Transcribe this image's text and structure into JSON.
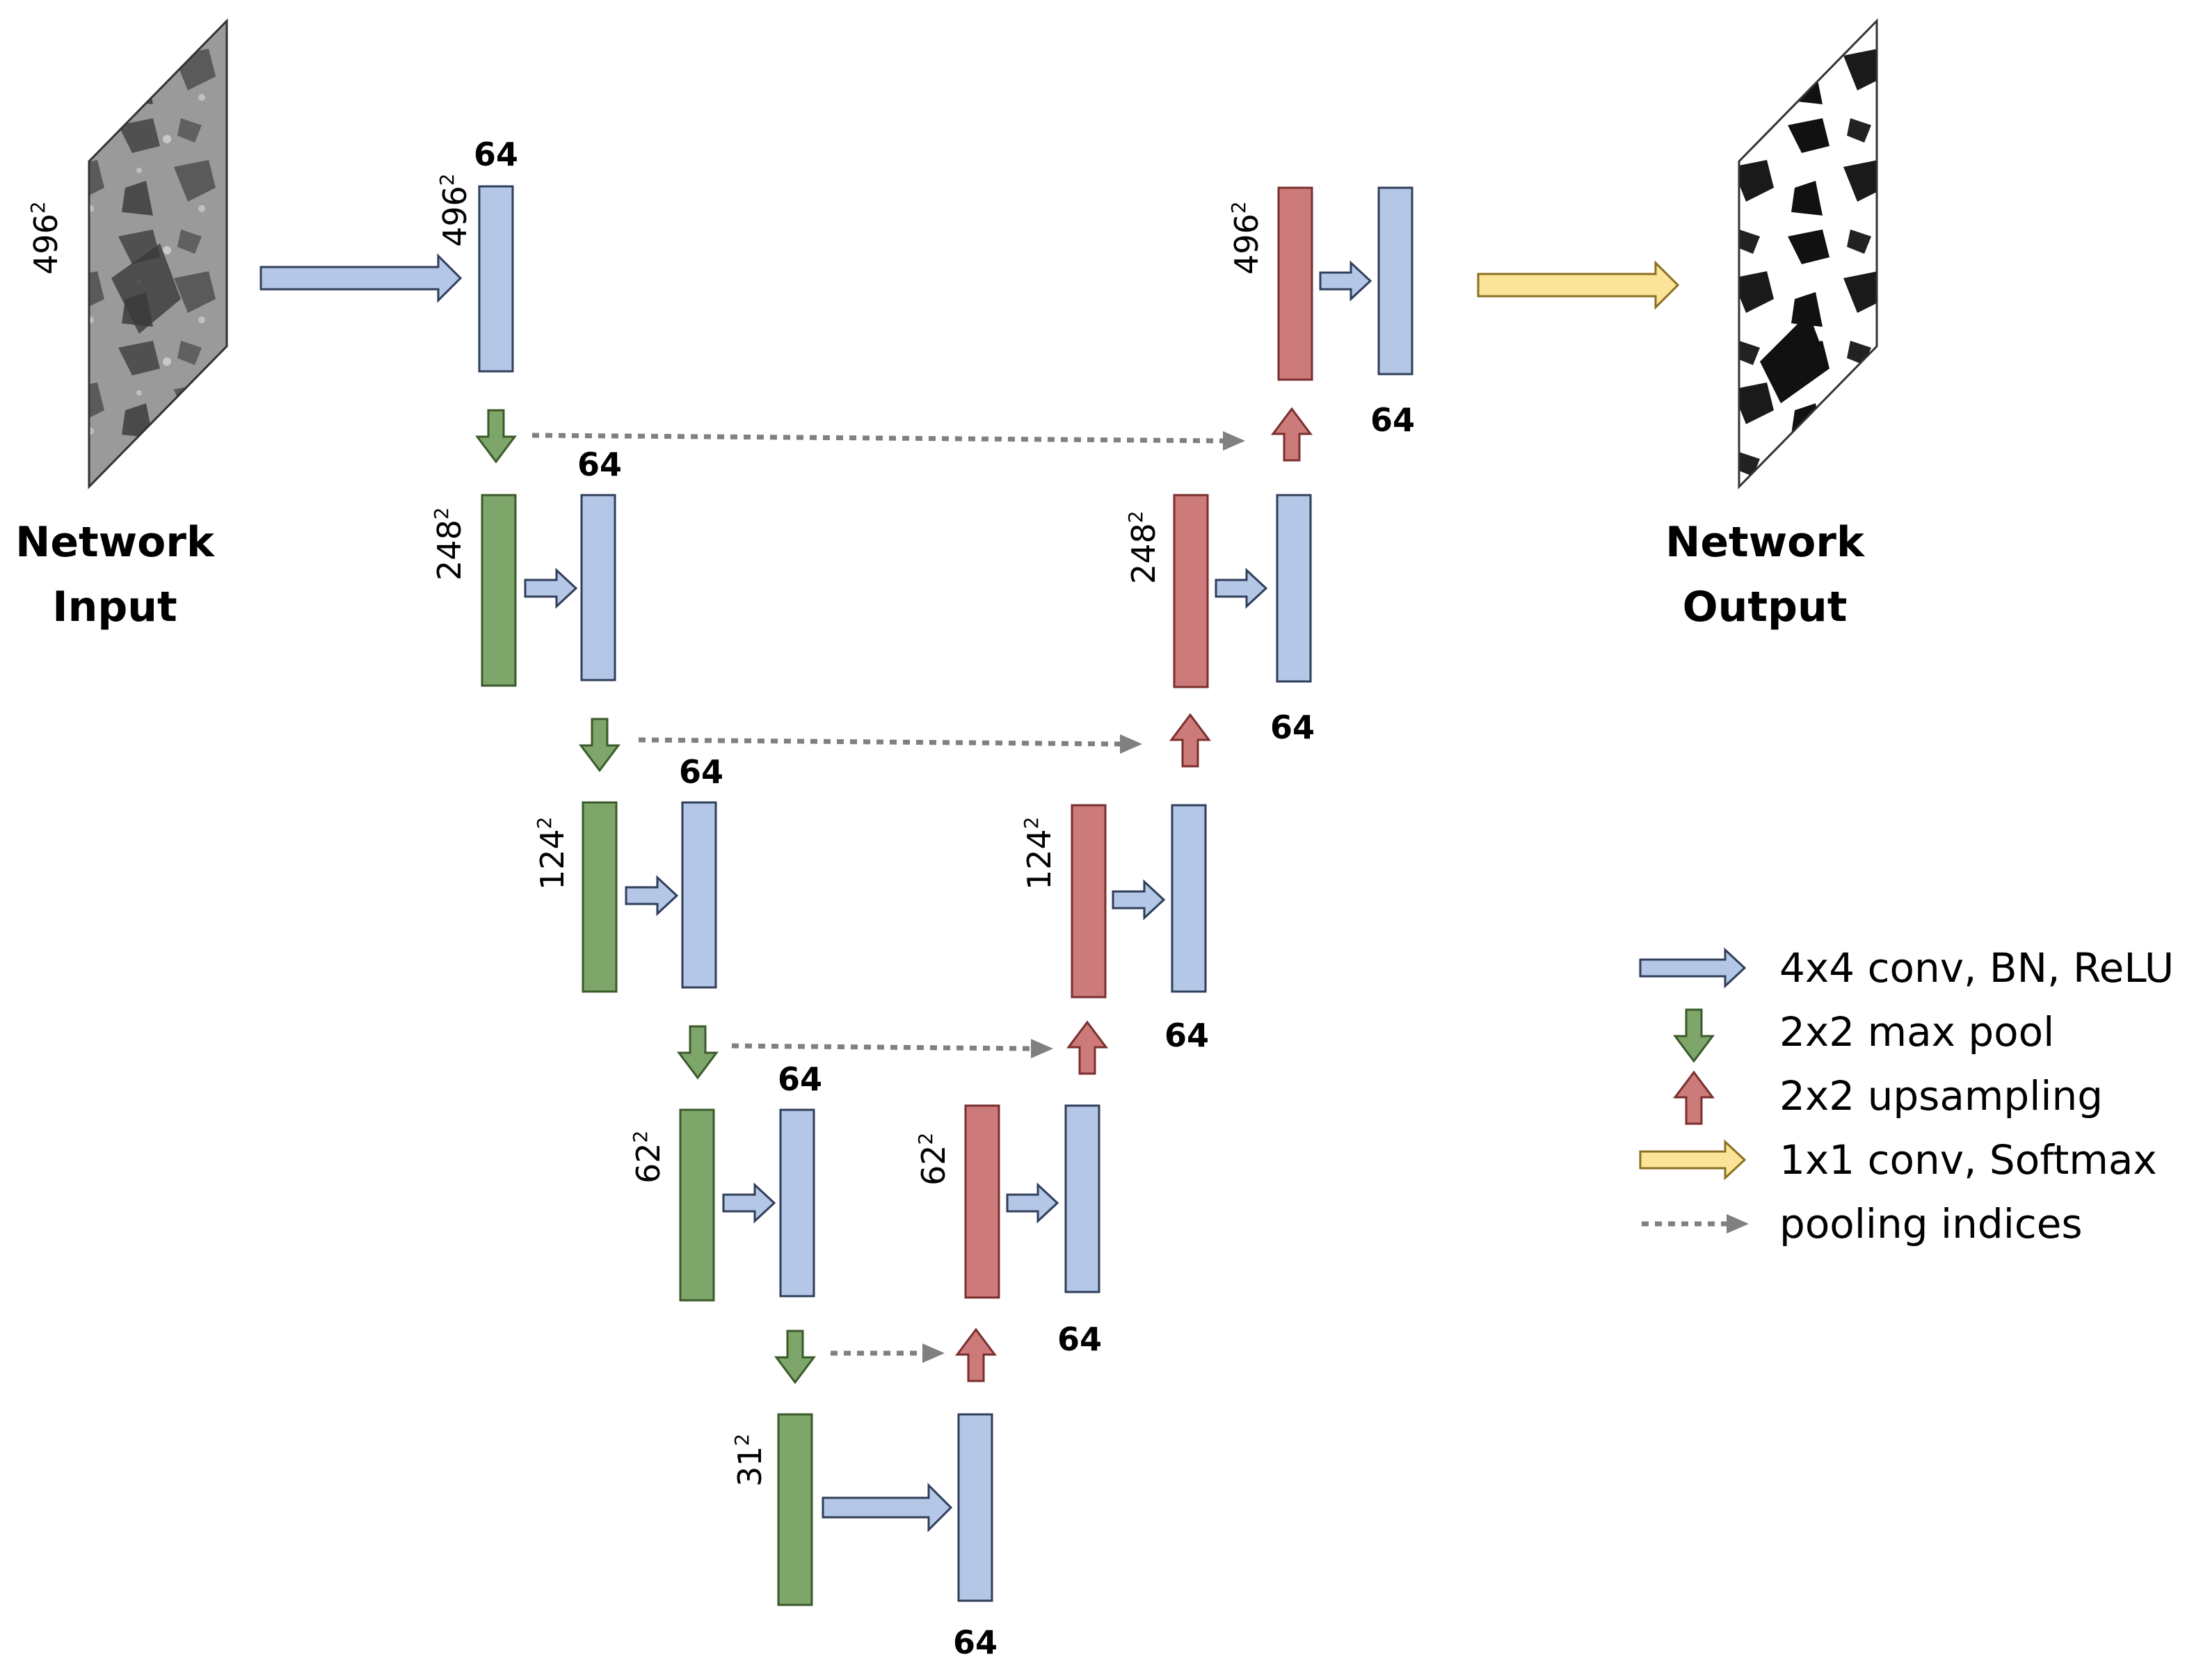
{
  "colors": {
    "conv": "#b4c7e7",
    "conv_stroke": "#2f3e5a",
    "pool": "#7ea66b",
    "pool_stroke": "#3b5a2a",
    "upsample": "#cc7a7a",
    "upsample_stroke": "#7a2f2f",
    "softmax": "#fbe39a",
    "softmax_stroke": "#8a7020",
    "indices": "#808080"
  },
  "io": {
    "input_line1": "Network",
    "input_line2": "Input",
    "output_line1": "Network",
    "output_line2": "Output",
    "input_size": "496",
    "sup": "2"
  },
  "encoder": [
    {
      "size": "496",
      "channels": "64"
    },
    {
      "size": "248",
      "channels": "64"
    },
    {
      "size": "124",
      "channels": "64"
    },
    {
      "size": "62",
      "channels": "64"
    },
    {
      "size": "31",
      "channels": "64"
    }
  ],
  "decoder": [
    {
      "size": "62",
      "channels": "64"
    },
    {
      "size": "124",
      "channels": "64"
    },
    {
      "size": "248",
      "channels": "64"
    },
    {
      "size": "496",
      "channels": "64"
    }
  ],
  "legend": [
    {
      "label": "4x4 conv, BN, ReLU",
      "icon": "conv-arrow-icon"
    },
    {
      "label": "2x2 max pool",
      "icon": "down-arrow-icon"
    },
    {
      "label": "2x2 upsampling",
      "icon": "up-arrow-icon"
    },
    {
      "label": "1x1 conv, Softmax",
      "icon": "softmax-arrow-icon"
    },
    {
      "label": "pooling indices",
      "icon": "dotted-arrow-icon"
    }
  ]
}
